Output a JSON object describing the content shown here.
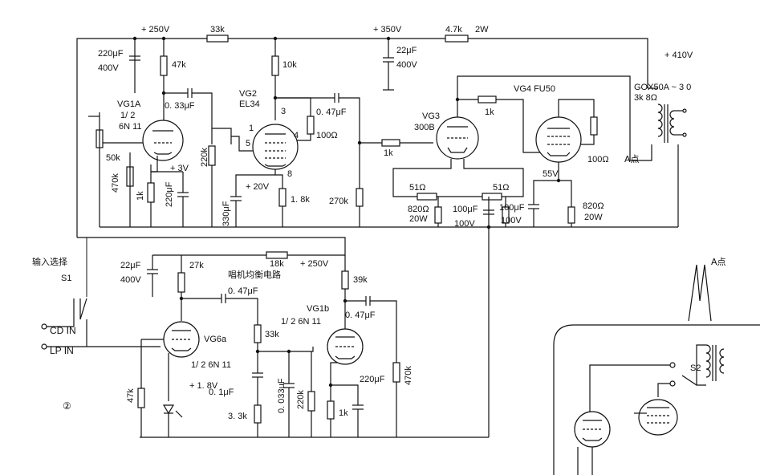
{
  "supply": {
    "b250": "+ 250V",
    "r33k": "33k",
    "b350": "+ 350V",
    "r47k2w_a": "4.7k",
    "r47k2w_b": "2W",
    "b410": "+ 410V"
  },
  "stage1": {
    "c220_a": "220μF",
    "c220_b": "400V",
    "tube": "VG1A",
    "half": "1/ 2",
    "type": "6N 11",
    "r47k": "47k",
    "c033": "0. 33μF",
    "r50k": "50k",
    "v3": "+ 3V",
    "r470k": "470k",
    "r1k": "1k",
    "c220uf": "220μF",
    "r220k": "220k"
  },
  "stage2": {
    "tube": "VG2",
    "type": "EL34",
    "r10k": "10k",
    "pin3": "3",
    "pin1": "1",
    "pin5": "5",
    "pin4": "4",
    "pin8": "8",
    "r100": "100Ω",
    "c047": "0. 47μF",
    "v20": "+ 20V",
    "r18k": "1. 8k",
    "c330": "330μF",
    "c22_a": "22μF",
    "c22_b": "400V",
    "r270k": "270k"
  },
  "stage3": {
    "tube": "VG3",
    "type": "300B",
    "r1k_grid": "1k",
    "r51_l": "51Ω",
    "r51_r": "51Ω",
    "r820_a": "820Ω",
    "r820_b": "20W",
    "c100_a": "100μF",
    "c100_b": "100V",
    "c100r_a": "100μF",
    "c100r_b": "100V"
  },
  "stage4": {
    "tube": "VG4 FU50",
    "r1k": "1k",
    "r100": "100Ω",
    "v55": "55V",
    "r820_a": "820Ω",
    "r820_b": "20W",
    "xfmr": "GOX50A ~ 3 0",
    "xfmr_sub": "3k 8Ω",
    "pointA": "A点"
  },
  "input": {
    "selector": "输入选择",
    "s1": "S1",
    "cd": "CD IN",
    "lp": "LP IN"
  },
  "phono": {
    "c22_a": "22μF",
    "c22_b": "400V",
    "r27k": "27k",
    "r18k": "18k",
    "b250": "+ 250V",
    "title": "唱机均衡电路",
    "c047": "0. 47μF",
    "r39k": "39k",
    "tube_b": "VG1b",
    "half_b": "1/ 2 6N 11",
    "c047b": "0. 47μF",
    "tube6": "VG6a",
    "half6": "1/ 2 6N 11",
    "r33k": "33k",
    "c0033": "0. 033μF",
    "r220k": "220k",
    "c220": "220μF",
    "r470k": "470k",
    "v18": "+ 1. 8V",
    "c01": "0. 1μF",
    "r33k2": "3. 3k",
    "r47k": "47k",
    "r1k": "1k",
    "fig": "②"
  },
  "inset": {
    "pointA": "A点",
    "s2": "S2"
  }
}
